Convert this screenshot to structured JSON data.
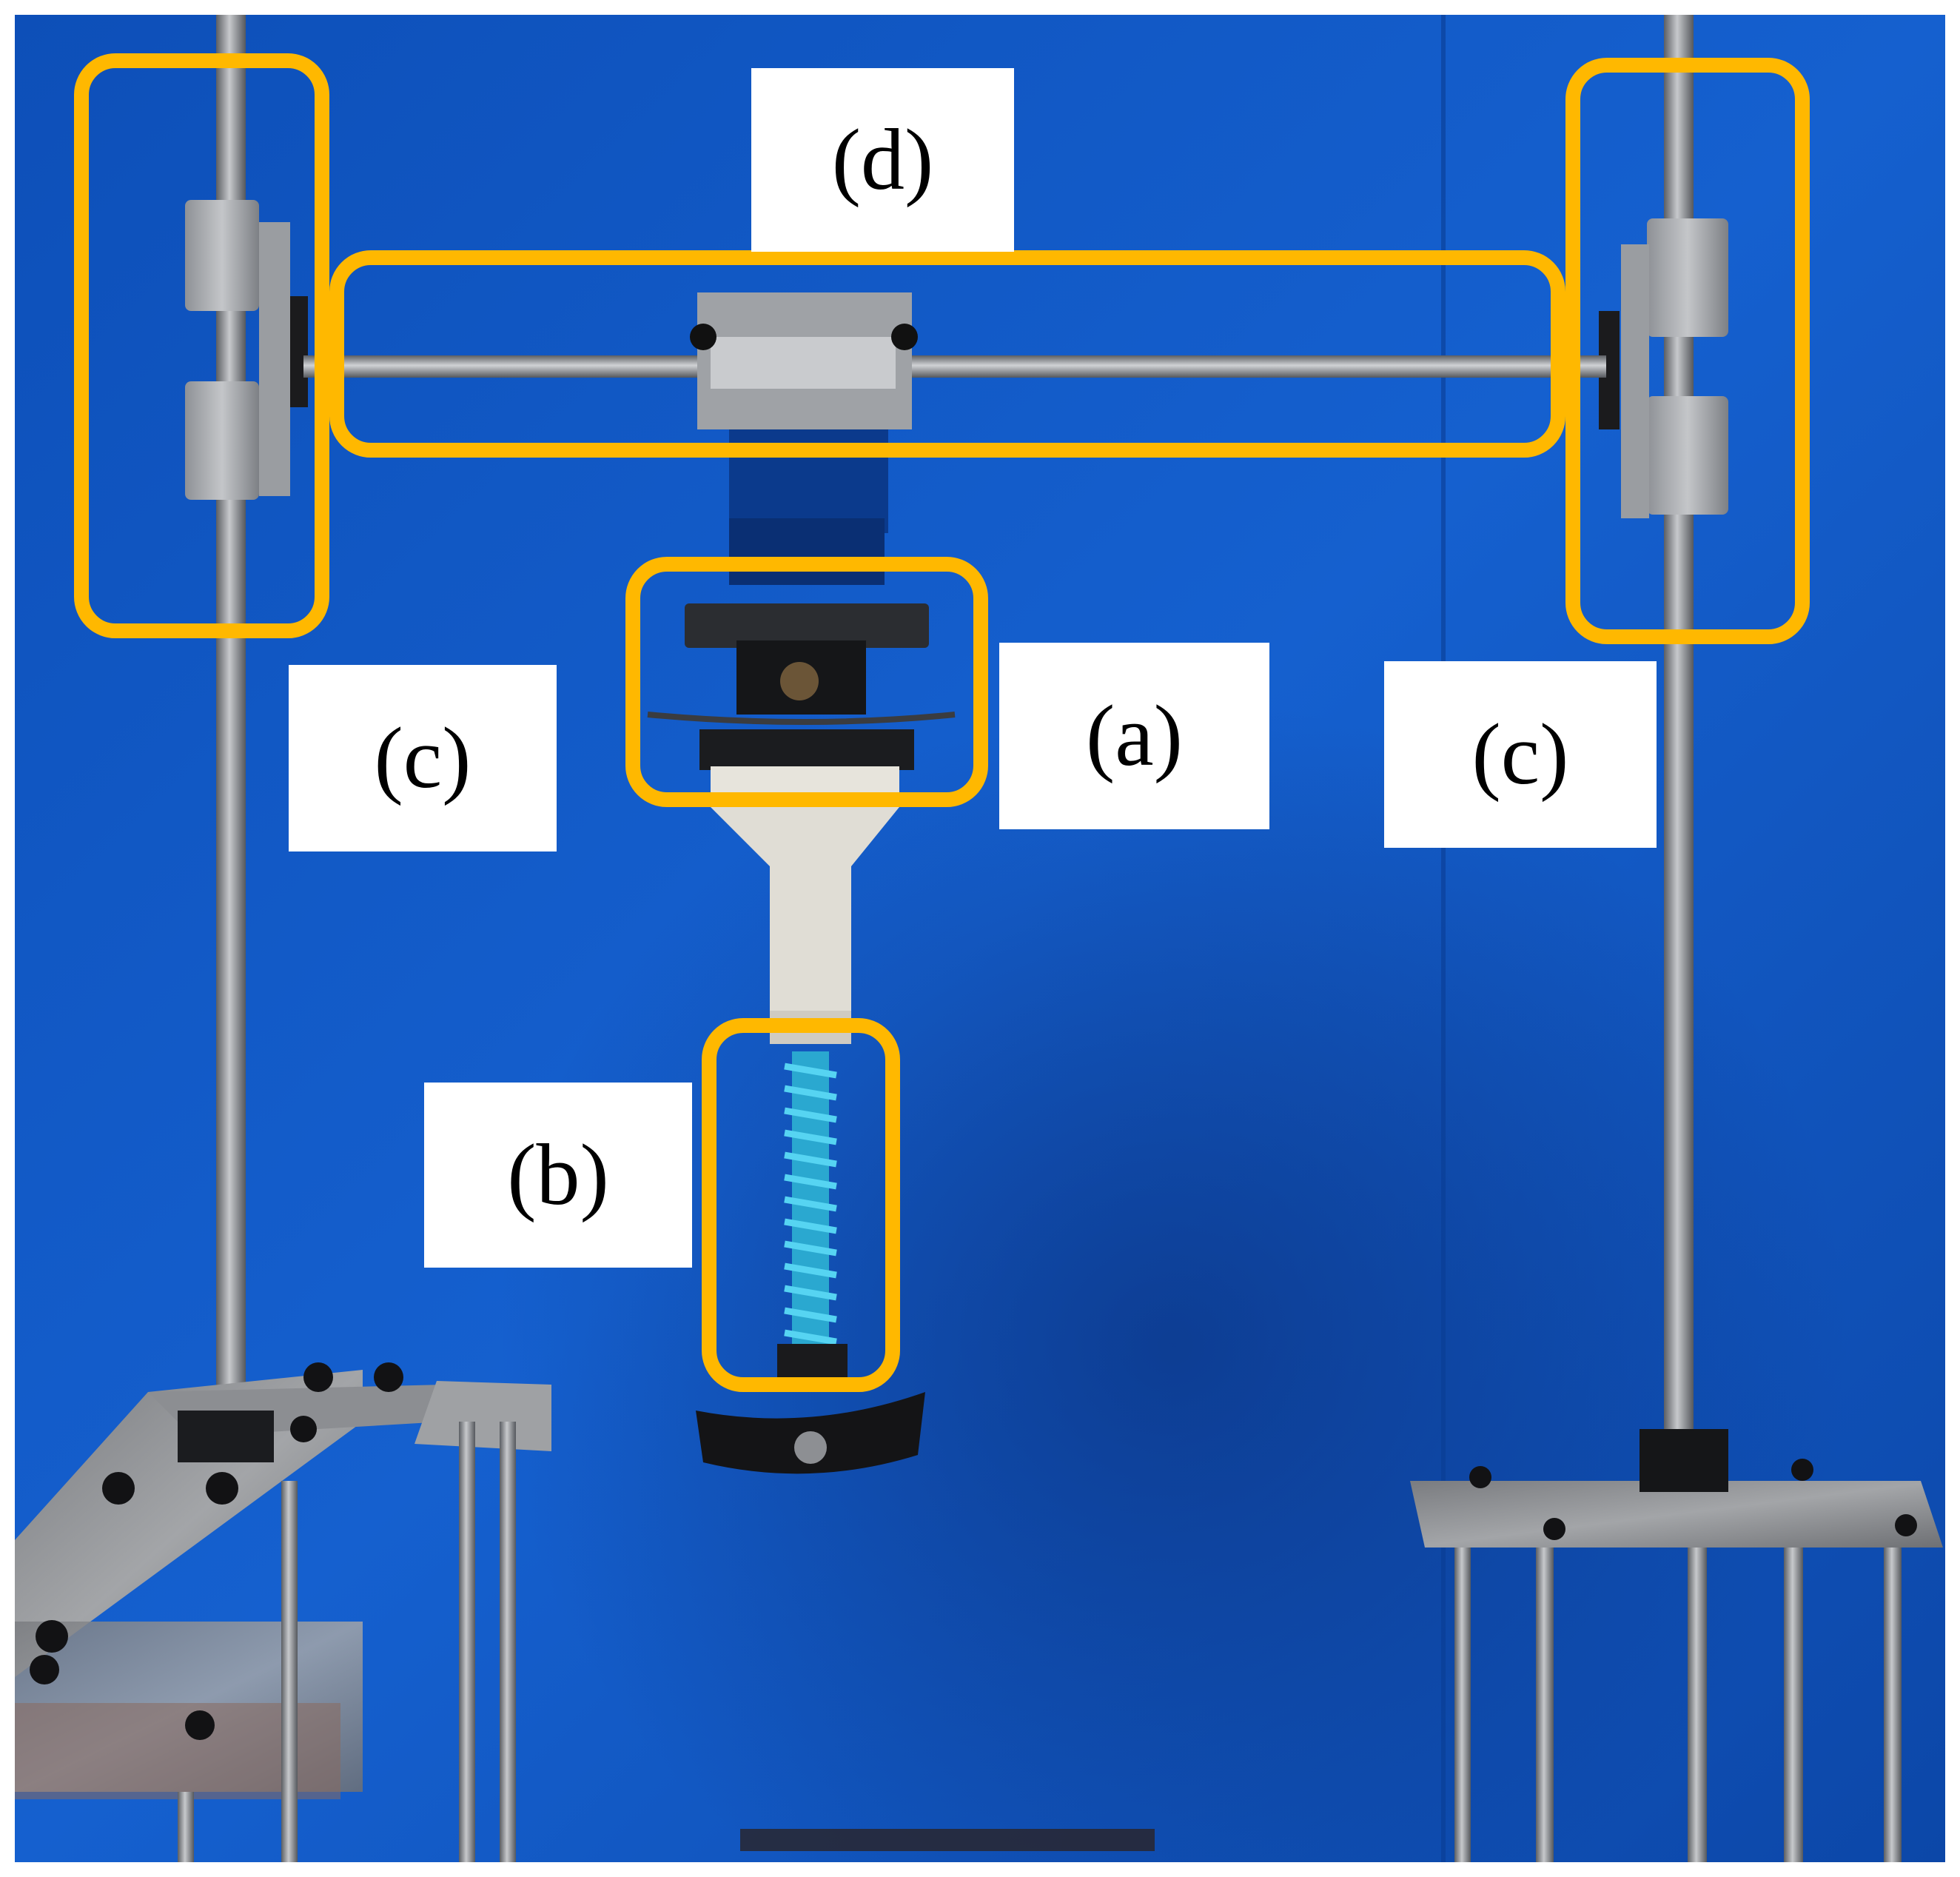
{
  "photo": {
    "subject": "lab-test-rig-photo"
  },
  "colors": {
    "background_blue": "#1457c4",
    "highlight": "#ffb800",
    "rod_steel": "#8a8d92",
    "spring": "#3fc3e6"
  },
  "labels": {
    "a": "(a)",
    "b": "(b)",
    "c_left": "(c)",
    "c_right": "(c)",
    "d": "(d)"
  }
}
